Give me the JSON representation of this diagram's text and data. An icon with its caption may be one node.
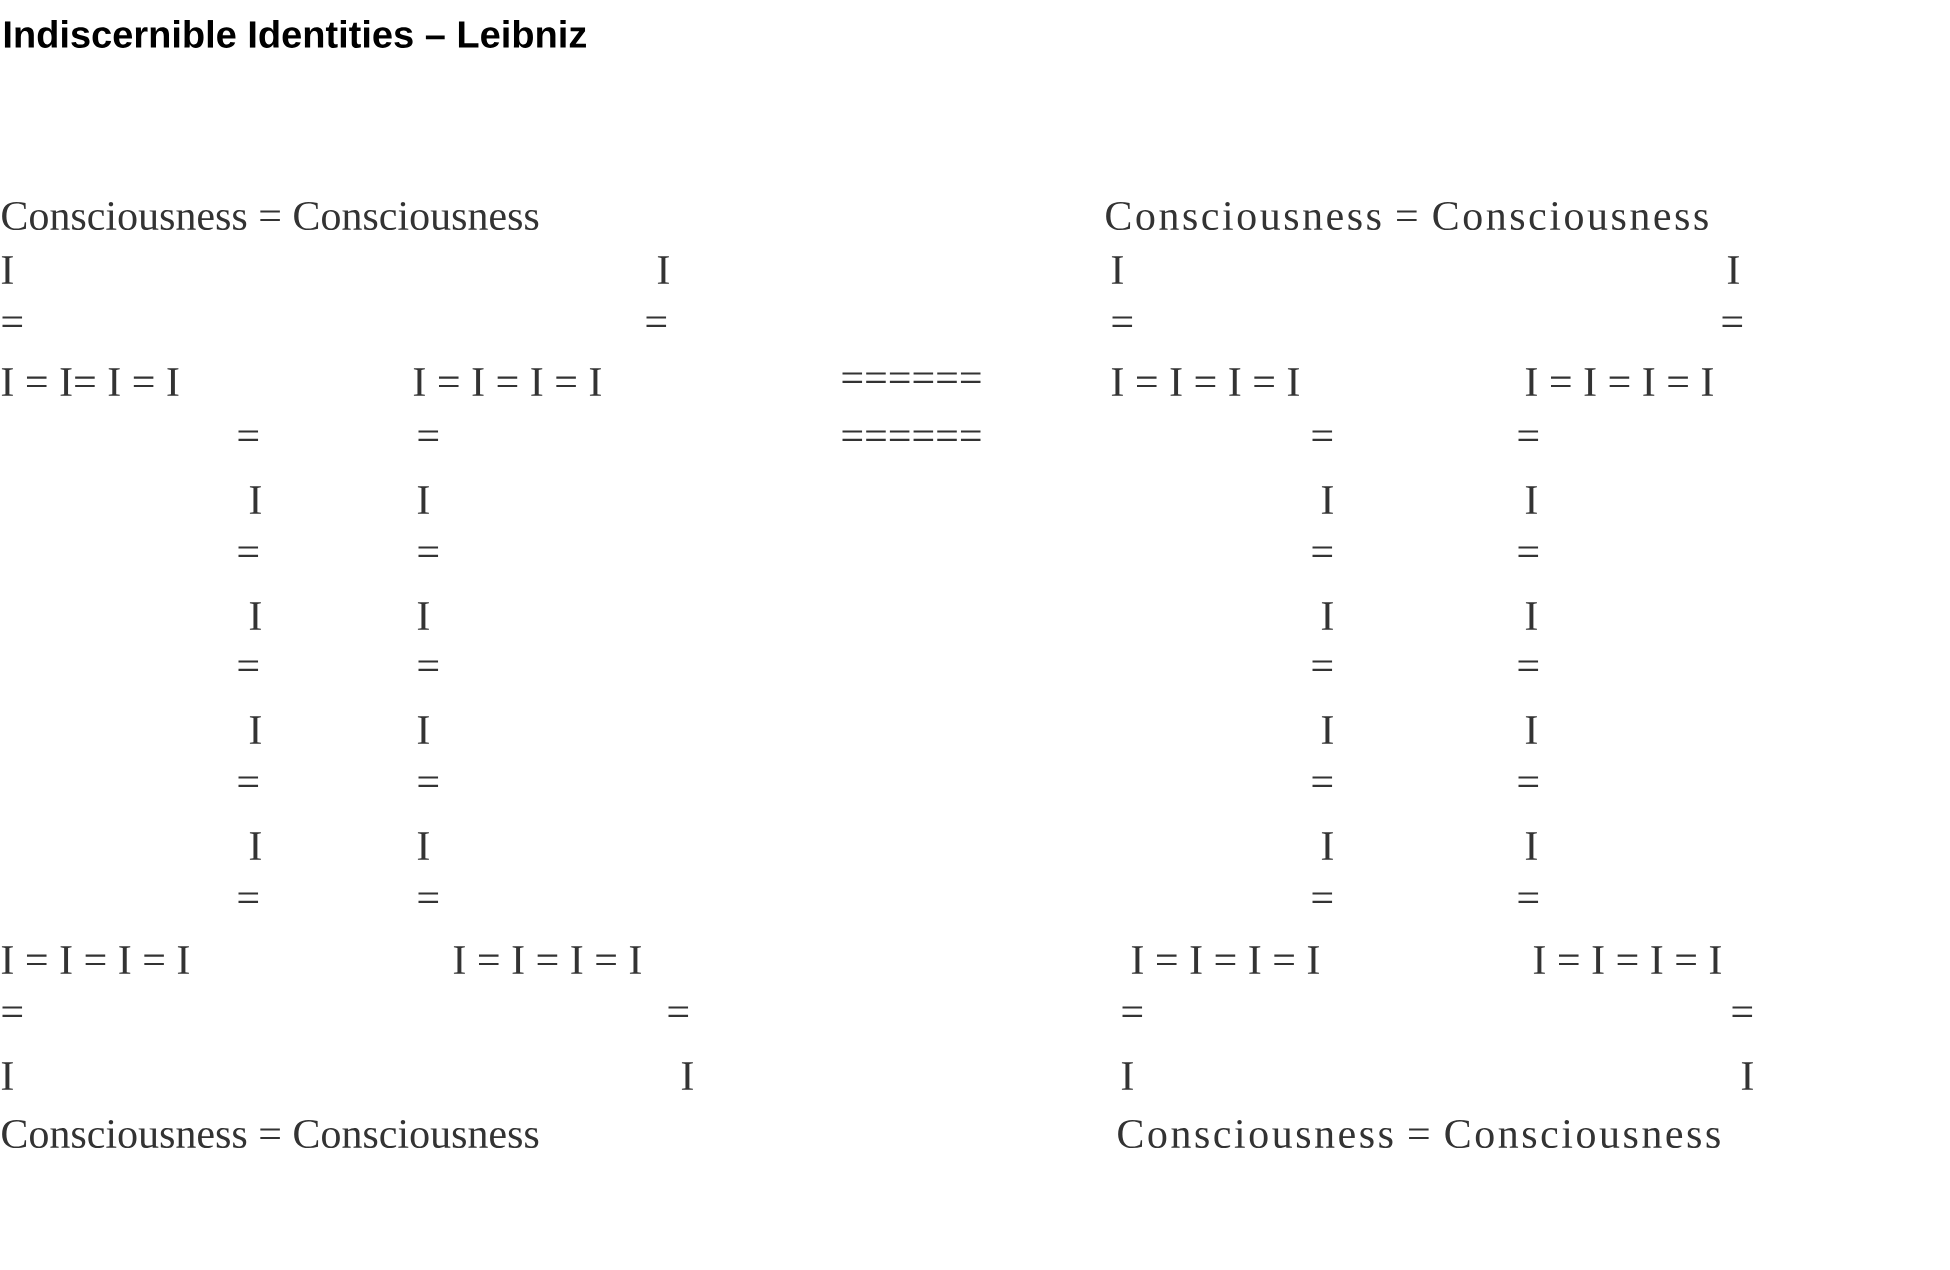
{
  "diagram": {
    "title": "Indiscernible Identities – Leibniz",
    "labels": [
      "Consciousness = Consciousness",
      "Consciousness = Consciousness",
      "I",
      "I",
      "I",
      "I",
      "=",
      "=",
      "=",
      "=",
      "I = I= I = I",
      "I = I = I = I",
      "======",
      "I = I = I = I",
      "I = I = I = I",
      "=",
      "=",
      "======",
      "=",
      "=",
      "I",
      "I",
      "I",
      "I",
      "=",
      "=",
      "=",
      "=",
      "I",
      "I",
      "I",
      "I",
      "=",
      "=",
      "=",
      "=",
      "I",
      "I",
      "I",
      "I",
      "=",
      "=",
      "=",
      "=",
      "I",
      "I",
      "I",
      "I",
      "=",
      "=",
      "=",
      "=",
      "I = I = I = I",
      "I = I = I =  I",
      "I = I = I = I",
      "I = I = I = I",
      "=",
      "=",
      "=",
      "=",
      "I",
      "I",
      "I",
      "I",
      "Consciousness = Consciousness",
      "Consciousness = Consciousness"
    ]
  }
}
